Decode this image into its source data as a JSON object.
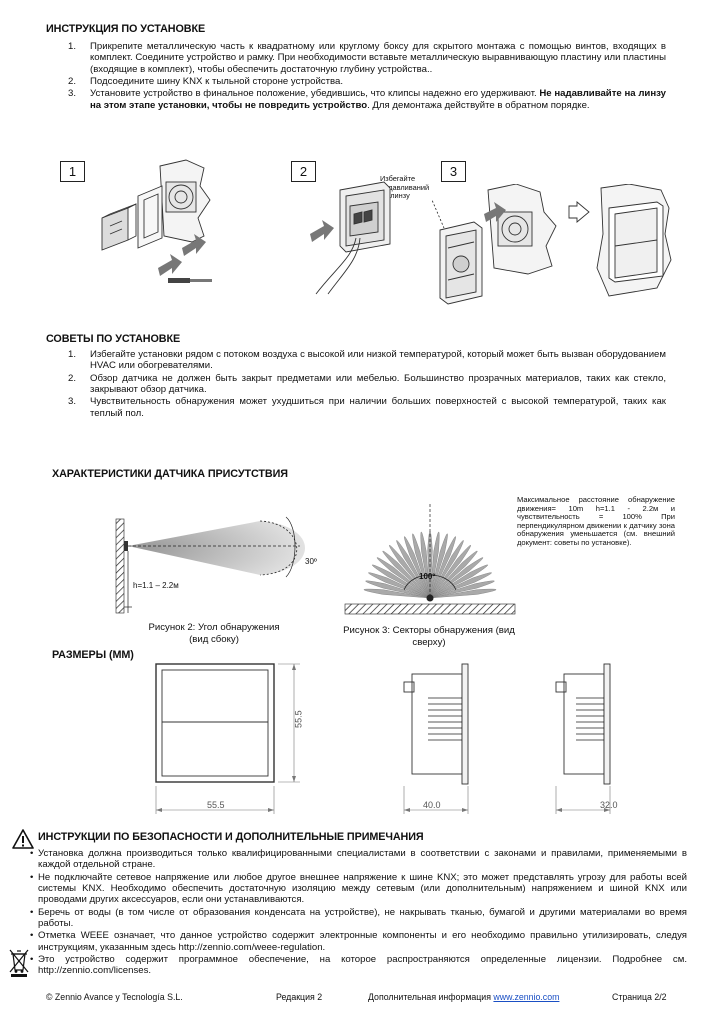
{
  "install": {
    "title": "ИНСТРУКЦИЯ ПО УСТАНОВКЕ",
    "steps": [
      {
        "num": "1.",
        "text": "Прикрепите металлическую часть к квадратному или круглому боксу для скрытого монтажа с помощью винтов, входящих в комплект. Соедините устройство и рамку. При необходимости вставьте металлическую выравнивающую пластину или пластины (входящие в комплект), чтобы обеспечить достаточную глубину устройства.."
      },
      {
        "num": "2.",
        "text": "Подсоедините шину KNX к тыльной стороне устройства."
      },
      {
        "num": "3.",
        "text_a": "Установите устройство в финальное положение, убедившись, что клипсы надежно его удерживают. ",
        "text_bold": "Не надавливайте на линзу на этом этапе установки, чтобы не повредить устройство",
        "text_b": ". Для демонтажа действуйте в обратном порядке."
      }
    ],
    "figure_steps": [
      "1",
      "2",
      "3"
    ],
    "lens_note": "Избегайте надавливаний на линзу"
  },
  "tips": {
    "title": "СОВЕТЫ ПО УСТАНОВКЕ",
    "items": [
      {
        "num": "1.",
        "text": "Избегайте установки рядом с потоком воздуха с высокой или низкой температурой, который может быть вызван оборудованием HVAC или обогревателями."
      },
      {
        "num": "2.",
        "text": "Обзор датчика не должен быть закрыт предметами или мебелью. Большинство прозрачных материалов, таких как стекло, закрывают обзор датчика."
      },
      {
        "num": "3.",
        "text": "Чувствительность обнаружения может ухудшиться при наличии больших поверхностей с высокой температурой, таких как теплый пол."
      }
    ]
  },
  "sensor": {
    "title": "ХАРАКТЕРИСТИКИ ДАТЧИКА ПРИСУТСТВИЯ",
    "angle_label": "30º",
    "height_label": "h=1.1 – 2.2м",
    "top_angle_label": "100º",
    "note": "Максимальное расстояние обнаружение движения= 10m h=1.1 - 2.2м и чувствительность = 100% При перпендикулярном движении к датчику зона обнаружения уменьшается (см. внешний документ: советы по установке).",
    "caption_side": "Рисунок 2: Угол обнаружения (вид сбоку)",
    "caption_top": "Рисунок 3: Секторы обнаружения (вид сверху)"
  },
  "dimensions": {
    "title": "РАЗМЕРЫ (ММ)",
    "width_front": "55.5",
    "height_front": "55.5",
    "depth_side1": "40.0",
    "depth_side2": "32.0"
  },
  "safety": {
    "title": "ИНСТРУКЦИИ ПО БЕЗОПАСНОСТИ И ДОПОЛНИТЕЛЬНЫЕ ПРИМЕЧАНИЯ",
    "items": [
      "Установка должна производиться только квалифицированными специалистами в соответствии с законами и правилами, применяемыми в каждой отдельной стране.",
      "Не подключайте сетевое напряжение или любое другое внешнее напряжение к шине KNX; это может представлять угрозу для работы всей системы KNX. Необходимо обеспечить достаточную изоляцию между сетевым (или дополнительным) напряжением и шиной KNX или проводами других аксессуаров, если они устанавливаются.",
      "Беречь от воды (в том числе от образования конденсата на устройстве), не накрывать тканью, бумагой и другими материалами во время работы.",
      "Отметка WEEE означает, что данное устройство содержит электронные компоненты и его необходимо правильно утилизировать, следуя инструкциям, указанным здесь http://zennio.com/weee-regulation.",
      "Это устройство содержит программное обеспечение, на которое распространяются определенные лицензии. Подробнее см. http://zennio.com/licenses."
    ]
  },
  "footer": {
    "company": "© Zennio Avance y Tecnología S.L.",
    "edition": "Редакция 2",
    "info_label": "Дополнительная информация ",
    "info_link": "www.zennio.com",
    "page": "Страница 2/2"
  }
}
